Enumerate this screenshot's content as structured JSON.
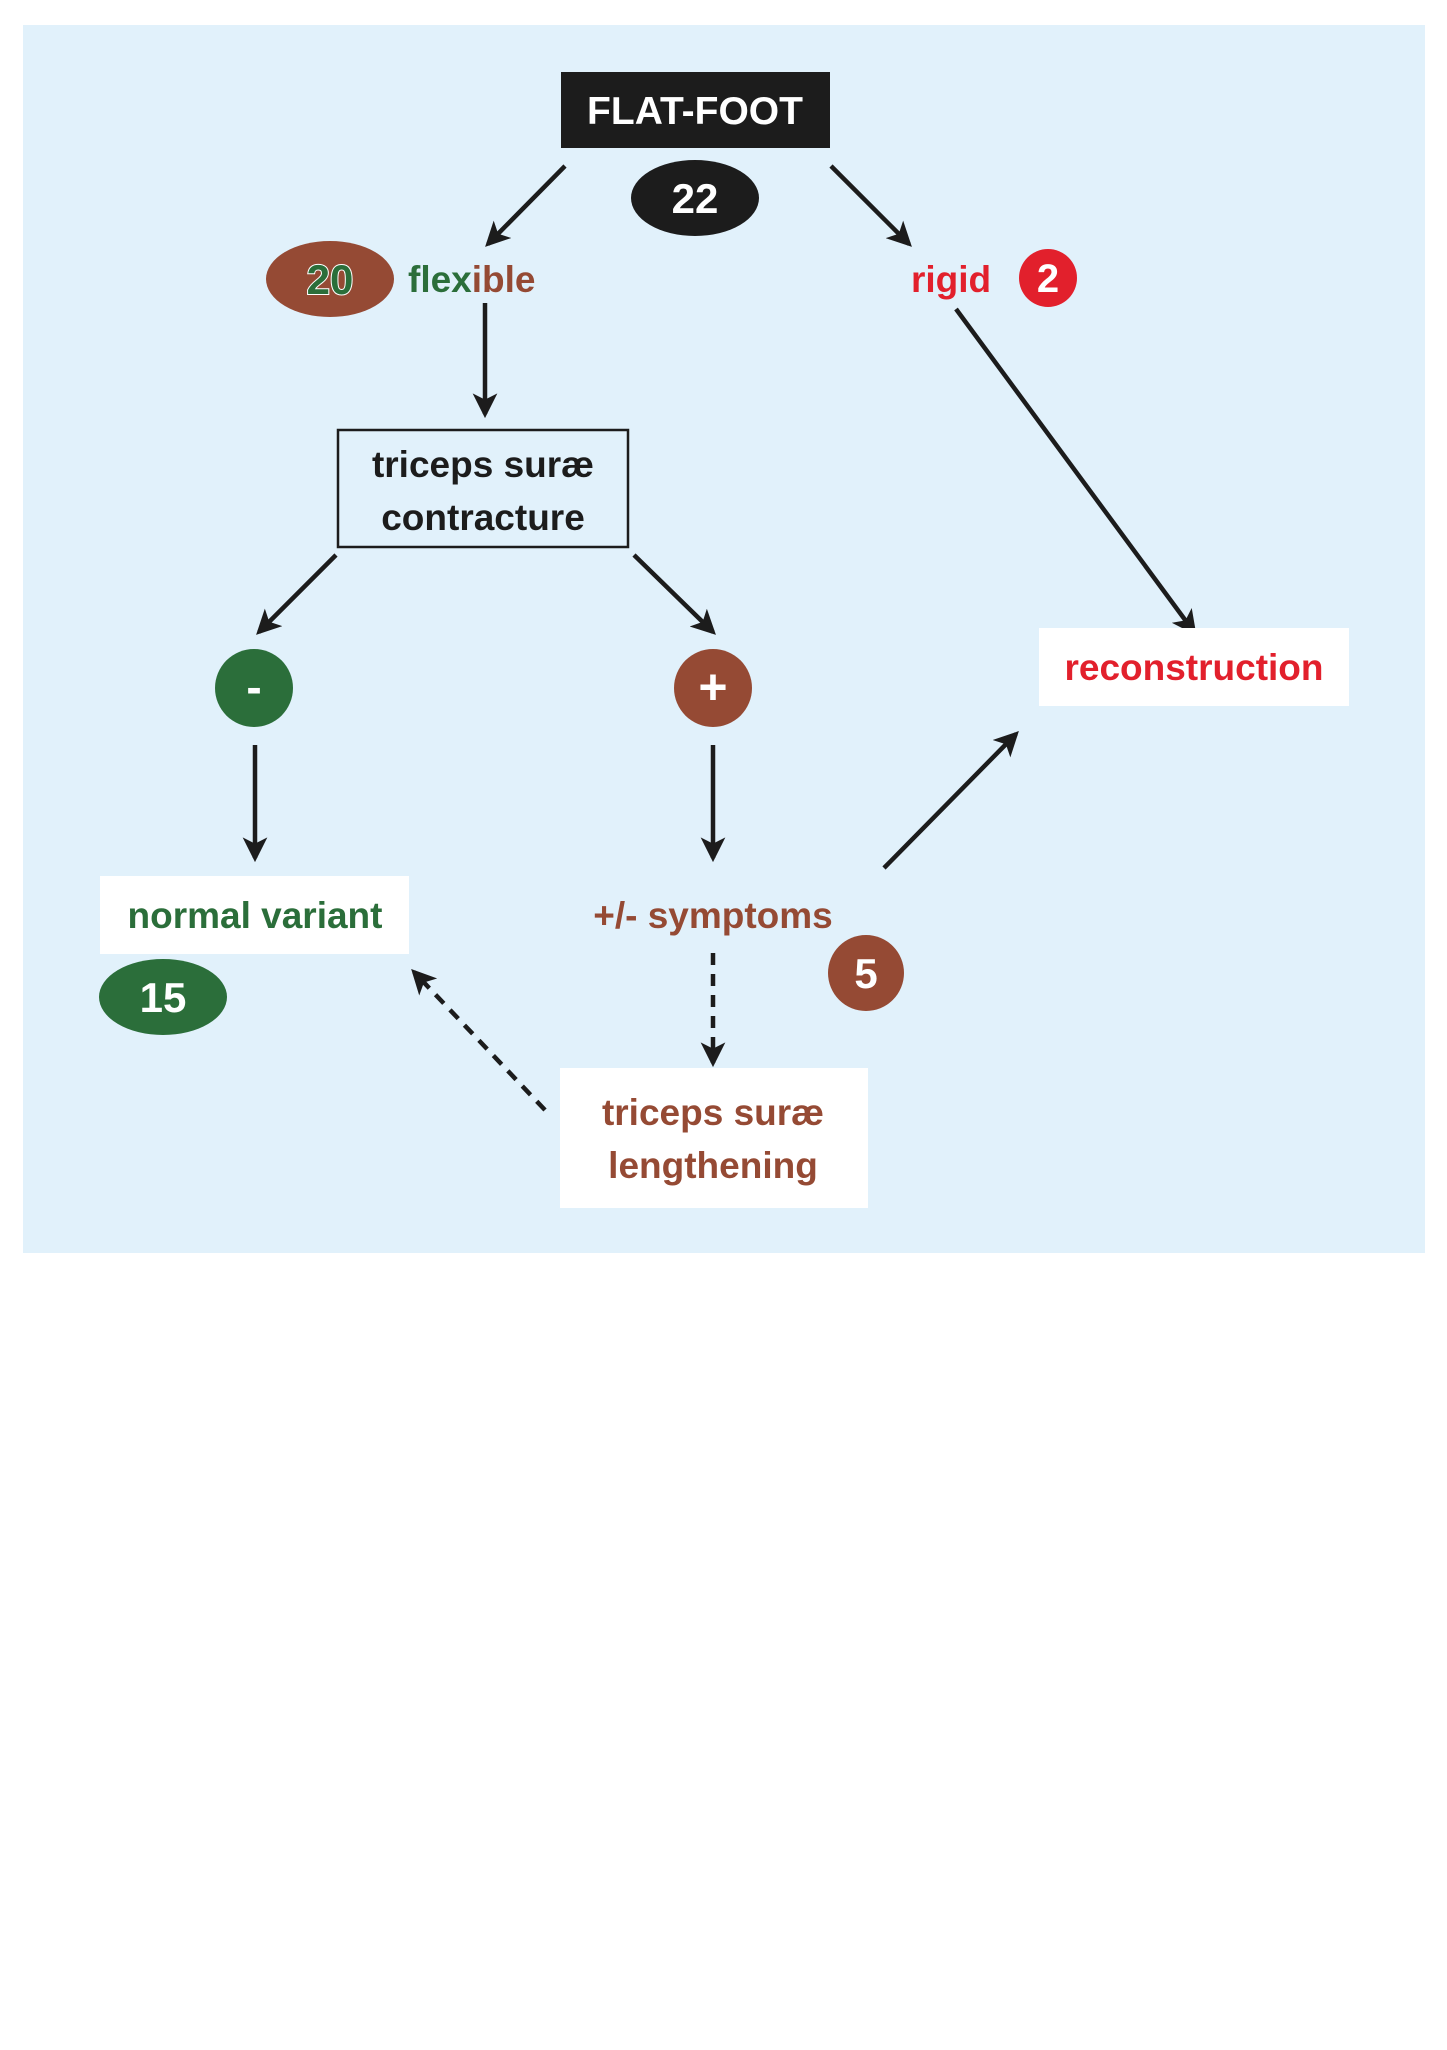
{
  "colors": {
    "background": "#e1f1fb",
    "black": "#1c1c1c",
    "green": "#2b6e3a",
    "brown": "#954a34",
    "red": "#e2202c",
    "white": "#ffffff"
  },
  "nodes": {
    "flat_foot": {
      "label": "FLAT-FOOT",
      "count": "22"
    },
    "flexible": {
      "label_green": "flex",
      "label_brown": "ible",
      "count": "20"
    },
    "rigid": {
      "label": "rigid",
      "count": "2"
    },
    "contracture": {
      "line1": "triceps surӕ",
      "line2": "contracture"
    },
    "negative": {
      "label": "-"
    },
    "positive": {
      "label": "+"
    },
    "reconstruction": {
      "label": "reconstruction"
    },
    "normal_variant": {
      "label": "normal variant",
      "count": "15"
    },
    "symptoms": {
      "label": "+/- symptoms",
      "count": "5"
    },
    "lengthening": {
      "line1": "triceps surӕ",
      "line2": "lengthening"
    }
  },
  "edges": [
    {
      "from": "flat_foot",
      "to": "flexible",
      "style": "solid"
    },
    {
      "from": "flat_foot",
      "to": "rigid",
      "style": "solid"
    },
    {
      "from": "flexible",
      "to": "contracture",
      "style": "solid"
    },
    {
      "from": "rigid",
      "to": "reconstruction",
      "style": "solid"
    },
    {
      "from": "contracture",
      "to": "negative",
      "style": "solid"
    },
    {
      "from": "contracture",
      "to": "positive",
      "style": "solid"
    },
    {
      "from": "negative",
      "to": "normal_variant",
      "style": "solid"
    },
    {
      "from": "positive",
      "to": "symptoms",
      "style": "solid"
    },
    {
      "from": "symptoms",
      "to": "reconstruction",
      "style": "solid"
    },
    {
      "from": "symptoms",
      "to": "lengthening",
      "style": "dashed"
    },
    {
      "from": "lengthening",
      "to": "normal_variant",
      "style": "dashed"
    }
  ]
}
